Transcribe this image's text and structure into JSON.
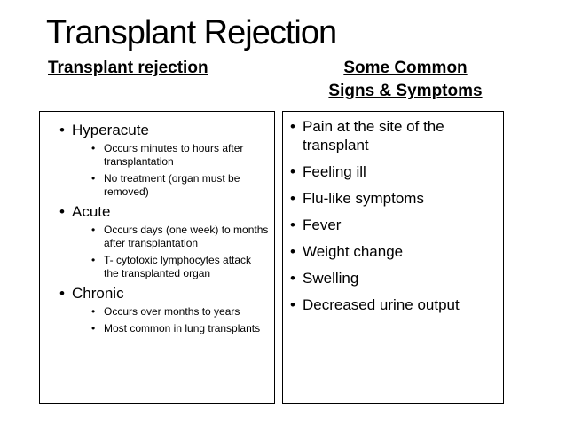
{
  "slide": {
    "title": "Transplant Rejection",
    "left_heading": "Transplant rejection",
    "right_heading_line1": "Some Common",
    "right_heading_line2": "Signs & Symptoms",
    "bullet": "•",
    "left": [
      {
        "label": "Hyperacute",
        "points": [
          "Occurs minutes to hours after transplantation",
          "No treatment (organ must be removed)"
        ]
      },
      {
        "label": "Acute",
        "points": [
          "Occurs days (one week) to months after transplantation",
          "T- cytotoxic lymphocytes attack the transplanted organ"
        ]
      },
      {
        "label": "Chronic",
        "points": [
          "Occurs over months to years",
          "Most common in lung transplants"
        ]
      }
    ],
    "right": [
      "Pain at the site of the transplant",
      "Feeling ill",
      "Flu-like symptoms",
      "Fever",
      "Weight change",
      "Swelling",
      "Decreased urine output"
    ]
  }
}
